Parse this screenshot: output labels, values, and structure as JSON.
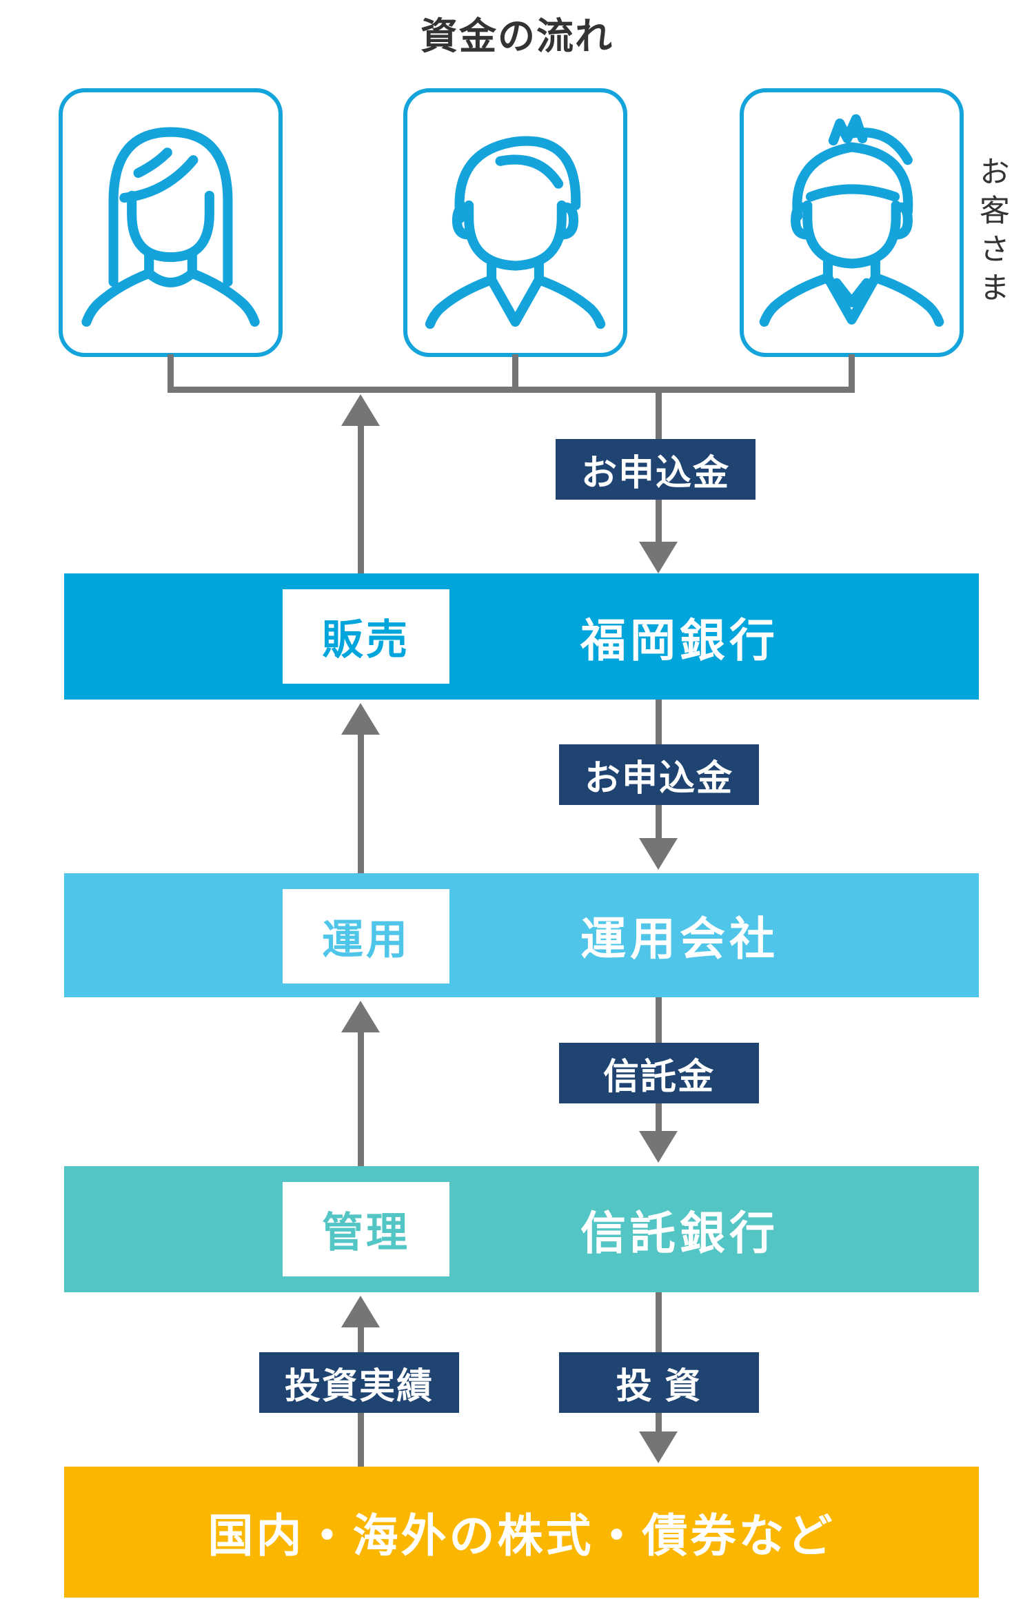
{
  "title": "資金の流れ",
  "customers": {
    "label": "お客さま",
    "icons": [
      {
        "name": "woman-customer"
      },
      {
        "name": "man-customer"
      },
      {
        "name": "boy-customer"
      }
    ]
  },
  "flows": {
    "top_down_label": "お申込金",
    "mid_down_label": "お申込金",
    "trust_down_label": "信託金",
    "invest_down_label": "投 資",
    "result_up_label": "投資実績"
  },
  "tiers": [
    {
      "role": "販売",
      "name": "福岡銀行",
      "color": "#00A5DC"
    },
    {
      "role": "運用",
      "name": "運用会社",
      "color": "#4FC6E9"
    },
    {
      "role": "管理",
      "name": "信託銀行",
      "color": "#53C5C4"
    }
  ],
  "assets_band": {
    "name": "国内・海外の株式・債券など",
    "color": "#FBB700"
  },
  "colors": {
    "icon_blue": "#14A3DB",
    "arrow_gray": "#757575",
    "badge_navy": "#1F4472",
    "title_text": "#333333"
  }
}
